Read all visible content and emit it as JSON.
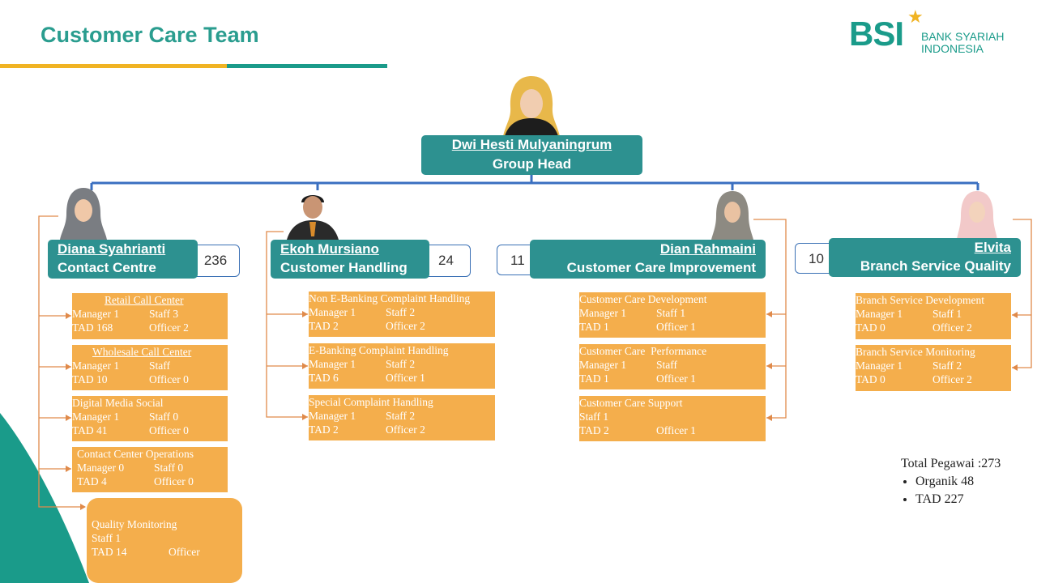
{
  "title": "Customer Care Team",
  "logo": {
    "mark": "BSI",
    "line1": "BANK SYARIAH",
    "line2": "INDONESIA"
  },
  "head": {
    "name": "Dwi Hesti Mulyaningrum",
    "role": "Group Head"
  },
  "managers": [
    {
      "name": "Diana Syahrianti",
      "unit": "Contact Centre",
      "count": "236"
    },
    {
      "name": "Ekoh Mursiano",
      "unit": "Customer Handling",
      "count": "24"
    },
    {
      "name": "Dian Rahmaini",
      "unit": "Customer Care Improvement",
      "count": "11"
    },
    {
      "name": "Elvita",
      "unit": "Branch Service Quality",
      "count": "10"
    }
  ],
  "units": {
    "contact": [
      {
        "title": "Retail Call Center",
        "r1a": "Manager 1",
        "r1b": "Staff 3",
        "r2a": "TAD 168",
        "r2b": "Officer 2"
      },
      {
        "title": "Wholesale Call Center",
        "r1a": "Manager 1",
        "r1b": "Staff",
        "r2a": "TAD 10",
        "r2b": "Officer 0"
      },
      {
        "title": "Digital Media Social",
        "r1a": "Manager 1",
        "r1b": "Staff 0",
        "r2a": "TAD 41",
        "r2b": "Officer 0"
      },
      {
        "title": "Contact Center Operations",
        "r1a": "Manager 0",
        "r1b": "Staff 0",
        "r2a": "TAD 4",
        "r2b": "Officer 0"
      },
      {
        "title": "Quality Monitoring",
        "r1a": "Staff 1",
        "r1b": "",
        "r2a": "TAD 14",
        "r2b": "Officer"
      }
    ],
    "handling": [
      {
        "title": "Non E-Banking Complaint Handling",
        "r1a": "Manager 1",
        "r1b": "Staff 2",
        "r2a": "TAD 2",
        "r2b": "Officer 2"
      },
      {
        "title": "E-Banking Complaint Handling",
        "r1a": "Manager 1",
        "r1b": "Staff 2",
        "r2a": "TAD 6",
        "r2b": "Officer 1"
      },
      {
        "title": "Special Complaint Handling",
        "r1a": "Manager 1",
        "r1b": "Staff 2",
        "r2a": "TAD 2",
        "r2b": "Officer 2"
      }
    ],
    "improvement": [
      {
        "title": "Customer Care Development",
        "r1a": "Manager 1",
        "r1b": "Staff 1",
        "r2a": "TAD 1",
        "r2b": "Officer 1"
      },
      {
        "title": "Customer Care  Performance",
        "r1a": "Manager 1",
        "r1b": "Staff",
        "r2a": "TAD 1",
        "r2b": "Officer 1"
      },
      {
        "title": "Customer Care Support",
        "r1a": "Staff 1",
        "r1b": "",
        "r2a": "TAD 2",
        "r2b": "Officer 1"
      }
    ],
    "branch": [
      {
        "title": "Branch Service Development",
        "r1a": "Manager 1",
        "r1b": "Staff 1",
        "r2a": "TAD 0",
        "r2b": "Officer 2"
      },
      {
        "title": "Branch Service Monitoring",
        "r1a": "Manager 1",
        "r1b": "Staff 2",
        "r2a": "TAD 0",
        "r2b": "Officer 2"
      }
    ]
  },
  "summary": {
    "total": "Total Pegawai :273",
    "organik": "Organik 48",
    "tad": "TAD 227"
  },
  "colors": {
    "teal": "#2d9190",
    "orange": "#f4ae4c",
    "yellow": "#f0b323",
    "connector": "#3a6fc0",
    "bracket": "#e08a4a"
  }
}
